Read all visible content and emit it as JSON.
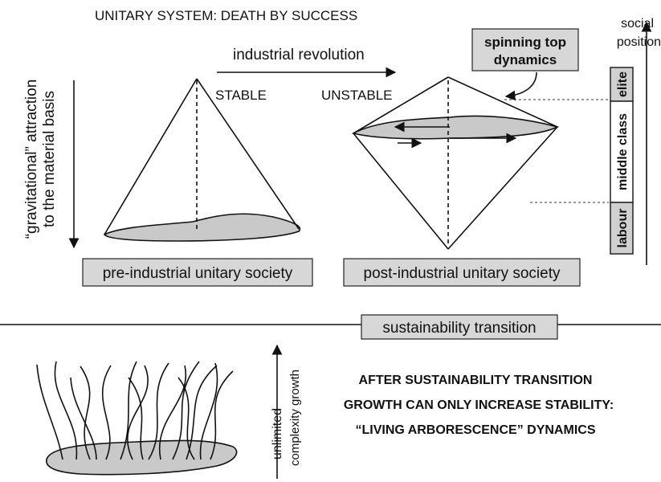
{
  "title": "UNITARY SYSTEM: DEATH BY SUCCESS",
  "arrows": {
    "industrial_revolution": "industrial revolution",
    "gravitational_line1": "“gravitational” attraction",
    "gravitational_line2": "to the material basis",
    "social_position_line1": "social",
    "social_position_line2": "position",
    "unlimited": "unlimited",
    "complexity_growth": "complexity growth"
  },
  "cones": {
    "stable_label": "STABLE",
    "unstable_label": "UNSTABLE",
    "spinning_top_line1": "spinning top",
    "spinning_top_line2": "dynamics",
    "pre_industrial_label": "pre-industrial unitary society",
    "post_industrial_label": "post-industrial unitary society"
  },
  "social_bar": {
    "segments": [
      "elite",
      "middle class",
      "labour"
    ]
  },
  "transition_label": "sustainability transition",
  "after_text": [
    "AFTER SUSTAINABILITY TRANSITION",
    "GROWTH CAN ONLY INCREASE STABILITY:",
    "“LIVING ARBORESCENCE” DYNAMICS"
  ],
  "colors": {
    "fill_gray": "#c9c9c9",
    "box_gray": "#d7d7d7",
    "ink": "#111111"
  }
}
